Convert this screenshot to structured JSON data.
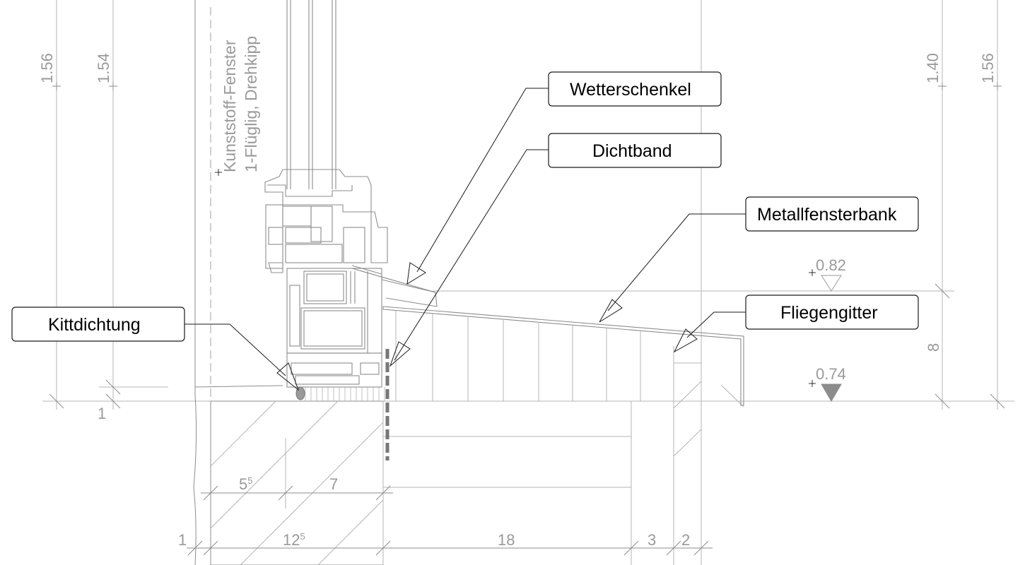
{
  "window_note": {
    "line1": "Kunststoff-Fenster",
    "line2": "1-Flüglig, Drehkipp"
  },
  "labels": {
    "wetterschenkel": "Wetterschenkel",
    "dichtband": "Dichtband",
    "metallfensterbank": "Metallfensterbank",
    "fliegengitter": "Fliegengitter",
    "kittdichtung": "Kittdichtung"
  },
  "levels": {
    "left_1": "1.56",
    "left_2": "1.54",
    "right_1": "1.40",
    "right_2": "1.56",
    "sill_top": "0.82",
    "sill_bottom": "0.74"
  },
  "dimensions": {
    "d_1_left": "1",
    "d_8": "8",
    "d_5_5_main": "5",
    "d_5_5_sup": "5",
    "d_7": "7",
    "d_1_bottom": "1",
    "d_12_5_main": "12",
    "d_12_5_sup": "5",
    "d_18": "18",
    "d_3": "3",
    "d_2": "2"
  }
}
